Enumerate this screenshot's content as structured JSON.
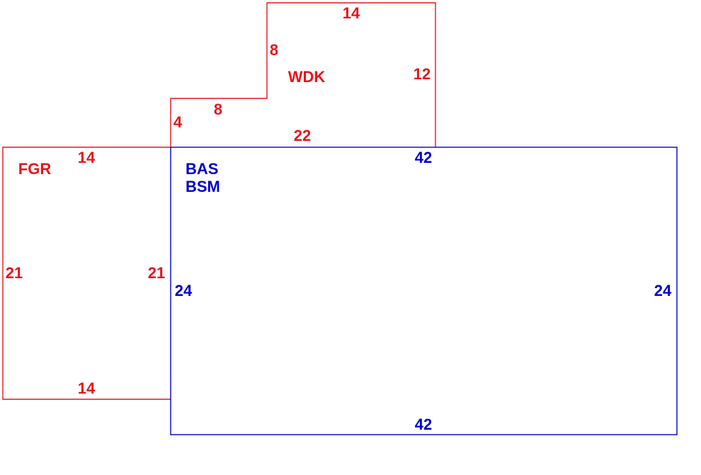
{
  "colors": {
    "red": "#e8141b",
    "blue": "#0000cc"
  },
  "areas": {
    "wdk": {
      "label": "WDK",
      "dims": {
        "top": "14",
        "left_upper": "8",
        "step": "8",
        "left_lower": "4",
        "right": "12",
        "bottom": "22"
      }
    },
    "fgr": {
      "label": "FGR",
      "dims": {
        "top": "14",
        "left": "21",
        "right": "21",
        "bottom": "14"
      }
    },
    "bas": {
      "label": "BAS",
      "label2": "BSM",
      "dims": {
        "top": "42",
        "left": "24",
        "right": "24",
        "bottom": "42"
      }
    }
  }
}
